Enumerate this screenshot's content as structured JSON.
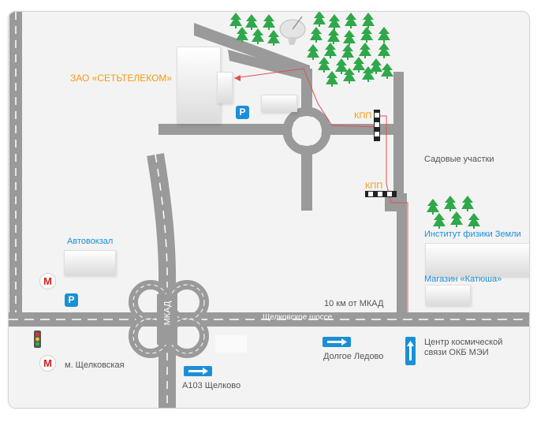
{
  "colors": {
    "road": "#9a9a9a",
    "background": "#f3f3f3",
    "accent_blue": "#1b8fd6",
    "accent_orange": "#f39a13",
    "route": "#e05050",
    "metro_red": "#d81e1e",
    "tree": "#2fa84a"
  },
  "labels": {
    "company": "ЗАО «СЕТЬТЕЛЕКОМ»",
    "checkpoint_1": "КПП",
    "checkpoint_2": "КПП",
    "gardens": "Садовые участки",
    "institute": "Институт физики Земли",
    "store": "Магазин «Катюша»",
    "bus_station": "Автовокзал",
    "distance": "10 км от МКАД",
    "highway": "Щелковское шоссе",
    "mkad": "МКАД",
    "metro_station": "м. Щелковская",
    "dolgoe_ledovo": "Долгое Ледово",
    "a103": "А103 Щелково",
    "space_center": "Центр космической связи ОКБ МЭИ"
  },
  "symbols": {
    "metro_letter": "М",
    "parking_letter": "P"
  },
  "icons": [
    "metro-icon",
    "parking-icon",
    "traffic-light-icon",
    "tree-icon",
    "satellite-dish-icon",
    "direction-arrow-icon",
    "barrier-icon"
  ]
}
